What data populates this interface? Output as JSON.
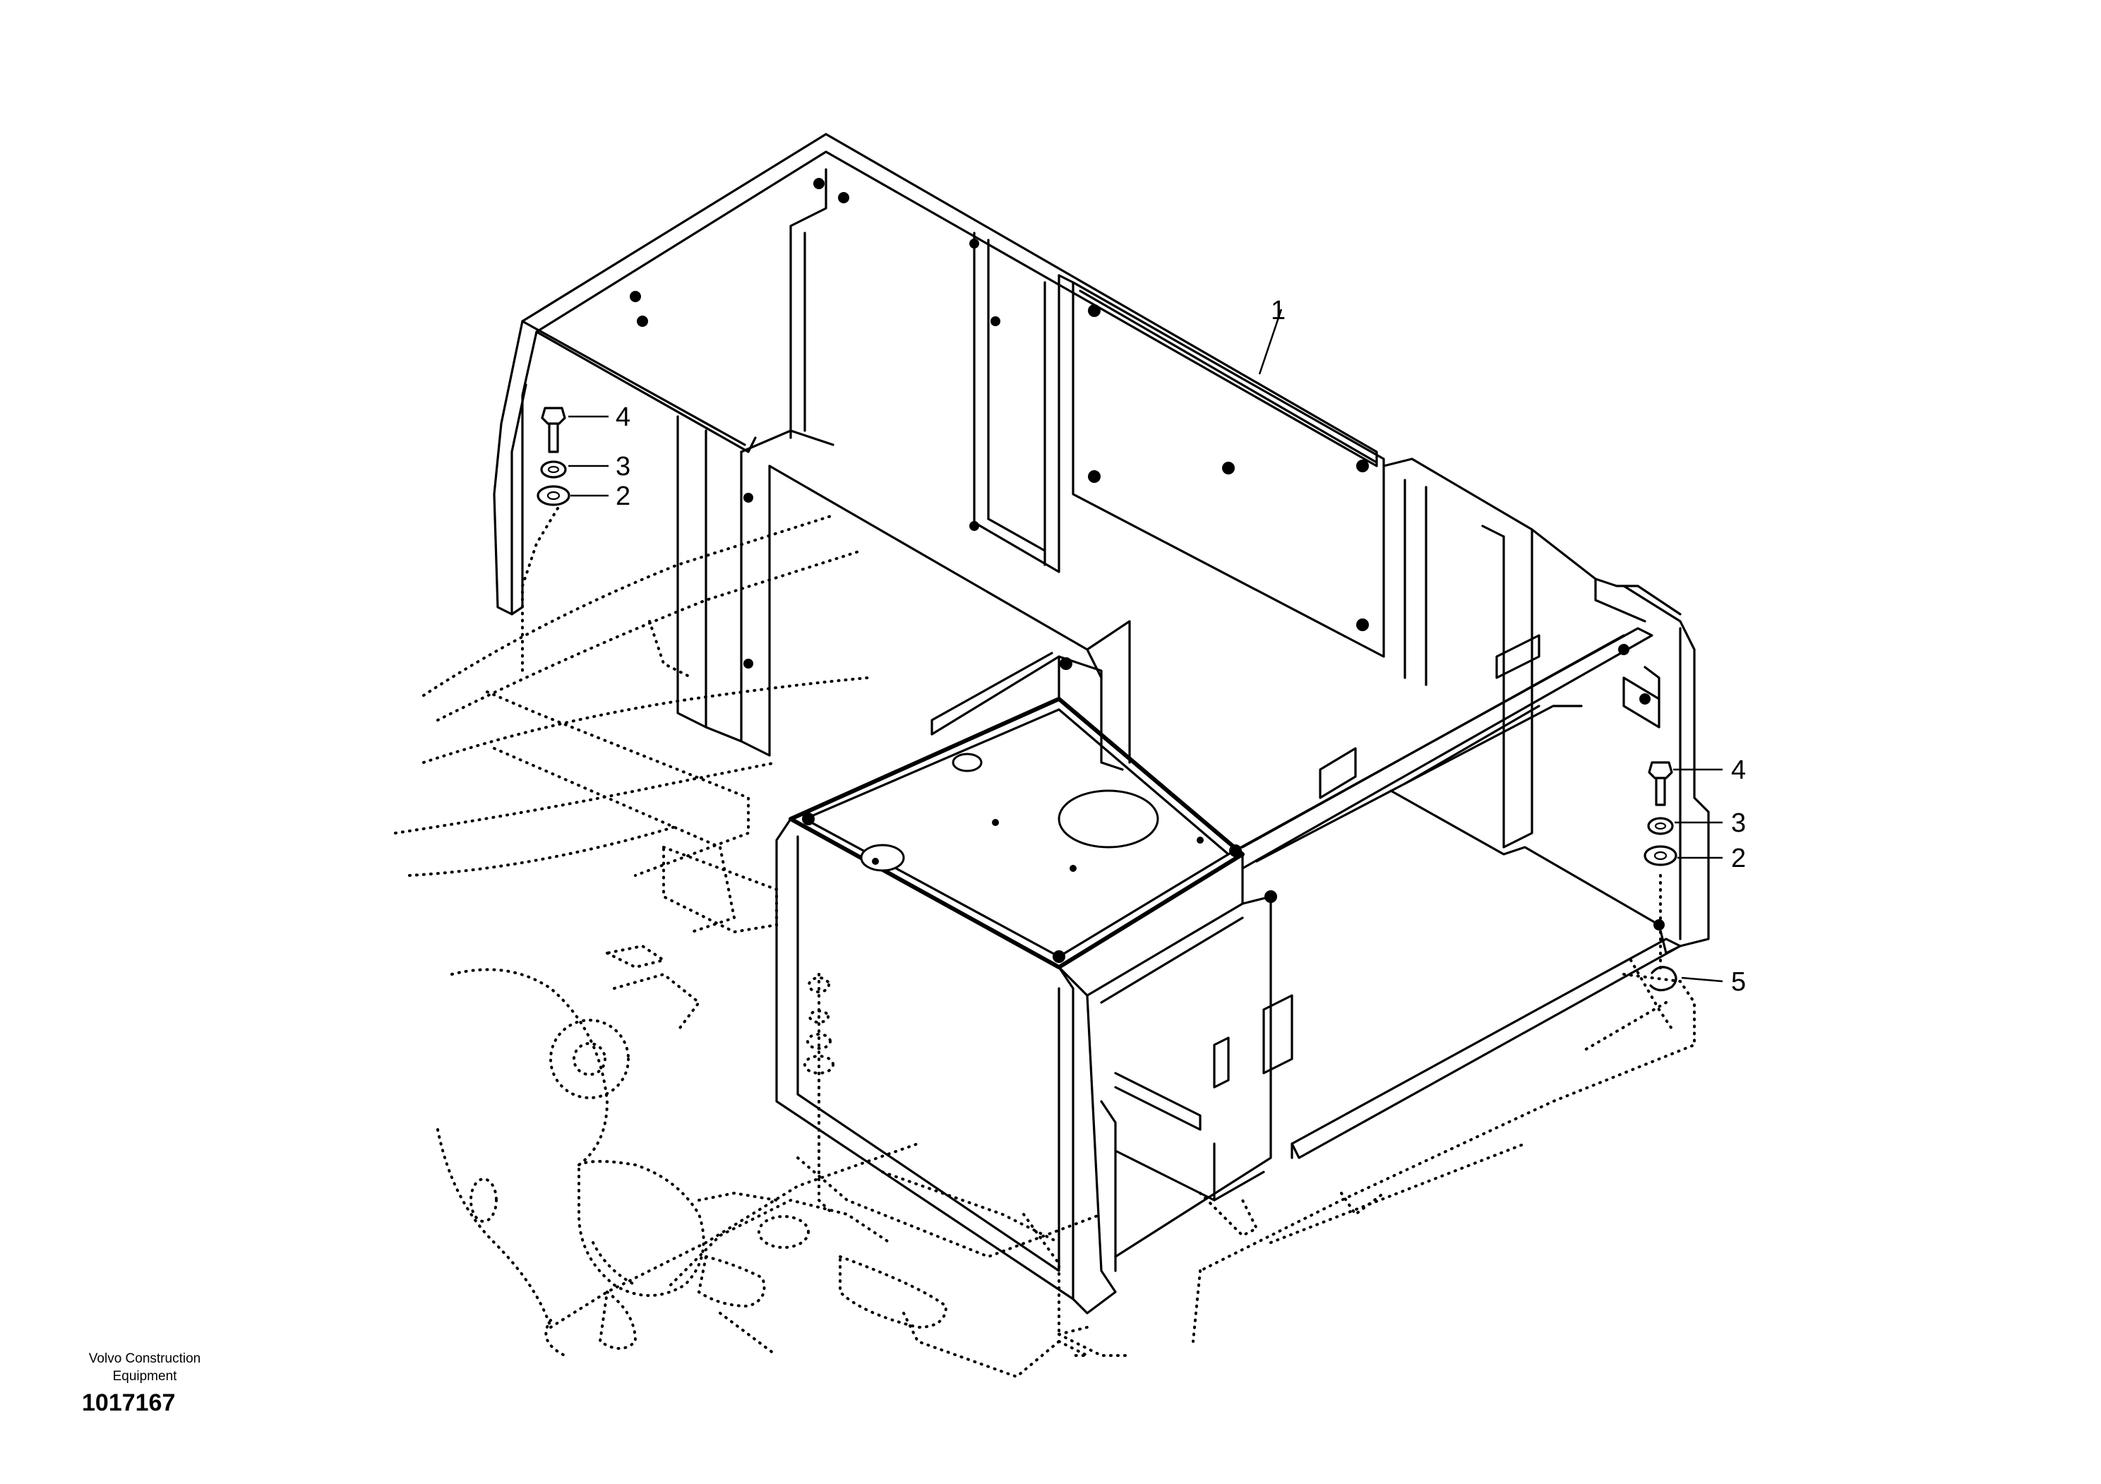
{
  "callouts": [
    {
      "id": "frame",
      "label": "1"
    },
    {
      "id": "left-washer",
      "label": "2"
    },
    {
      "id": "left-lock-washer",
      "label": "3"
    },
    {
      "id": "left-bolt",
      "label": "4"
    },
    {
      "id": "right-washer",
      "label": "2"
    },
    {
      "id": "right-lock-washer",
      "label": "3"
    },
    {
      "id": "right-bolt",
      "label": "4"
    },
    {
      "id": "right-spacer",
      "label": "5"
    }
  ],
  "footer": {
    "brand_line1": "Volvo Construction",
    "brand_line2": "Equipment",
    "drawing_number": "1017167"
  }
}
